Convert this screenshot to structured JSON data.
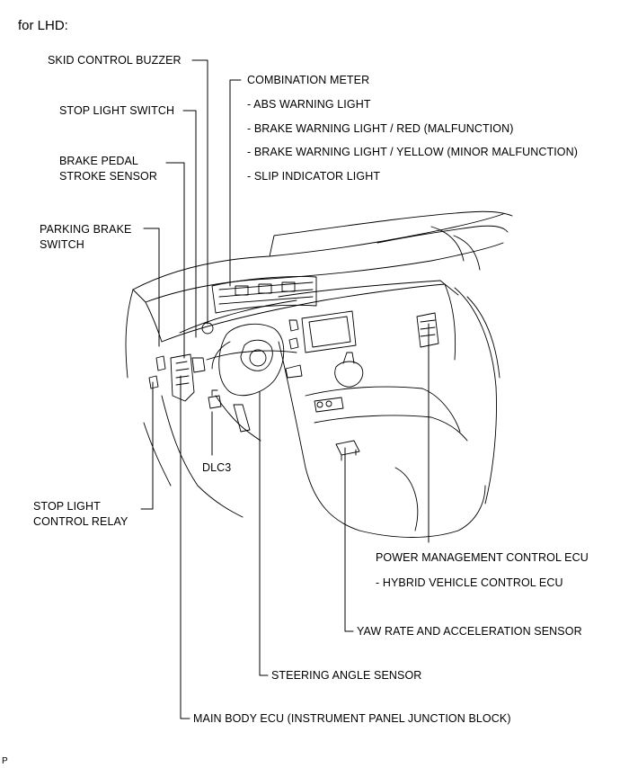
{
  "title": "for LHD:",
  "labels": {
    "skid_control_buzzer": "SKID CONTROL BUZZER",
    "combination_meter": "COMBINATION METER",
    "abs_warning_light": "- ABS WARNING LIGHT",
    "brake_warning_red": "- BRAKE WARNING LIGHT / RED (MALFUNCTION)",
    "brake_warning_yellow": "- BRAKE WARNING LIGHT / YELLOW (MINOR MALFUNCTION)",
    "slip_indicator": "- SLIP INDICATOR LIGHT",
    "stop_light_switch": "STOP LIGHT SWITCH",
    "brake_pedal_line1": "BRAKE PEDAL",
    "brake_pedal_line2": "STROKE SENSOR",
    "parking_brake_line1": "PARKING BRAKE",
    "parking_brake_line2": "SWITCH",
    "dlc3": "DLC3",
    "stop_light_relay_line1": "STOP LIGHT",
    "stop_light_relay_line2": "CONTROL RELAY",
    "power_mgmt_ecu": "POWER MANAGEMENT CONTROL ECU",
    "hybrid_ecu": "- HYBRID VEHICLE CONTROL ECU",
    "yaw_rate_sensor": "YAW RATE AND ACCELERATION SENSOR",
    "steering_angle_sensor": "STEERING ANGLE SENSOR",
    "main_body_ecu": "MAIN BODY ECU (INSTRUMENT PANEL JUNCTION BLOCK)"
  },
  "page_mark": "P"
}
